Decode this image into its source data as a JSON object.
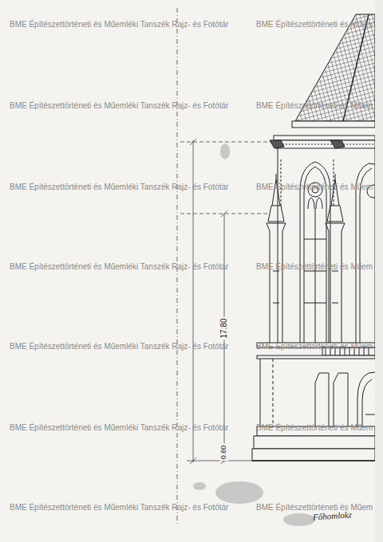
{
  "diagram": {
    "labels": [
      "BME Építészettörténeti és Műemléki Tanszék Rajz- és Fotótár",
      "BME Építészettörténeti és Műem",
      "BME Építészettörténeti és Műemléki Tanszék Rajz- és Fotótár",
      "BME Építészettörténeti és Műem",
      "BME Építészettörténeti és Műemléki Tanszék Rajz- és Fotótár",
      "BME Építészettörténeti és Műem",
      "BME Építészettörténeti és Műemléki Tanszék Rajz- és Fotótár",
      "BME Építészettörténeti és Műem",
      "BME Építészettörténeti és Műemléki Tanszék Rajz- és Fotótár",
      "BME Építészettörténeti és Műem",
      "BME Építészettörténeti és Műemléki Tanszék Rajz- és Fotótár",
      "BME Építészettörténeti és Műem",
      "BME Építészettörténeti és Műemléki Tanszék Rajz- és Fotótár",
      "BME Építészettörténeti és Műem",
      "17.80",
      "0.60",
      "Főhomlokz"
    ]
  }
}
